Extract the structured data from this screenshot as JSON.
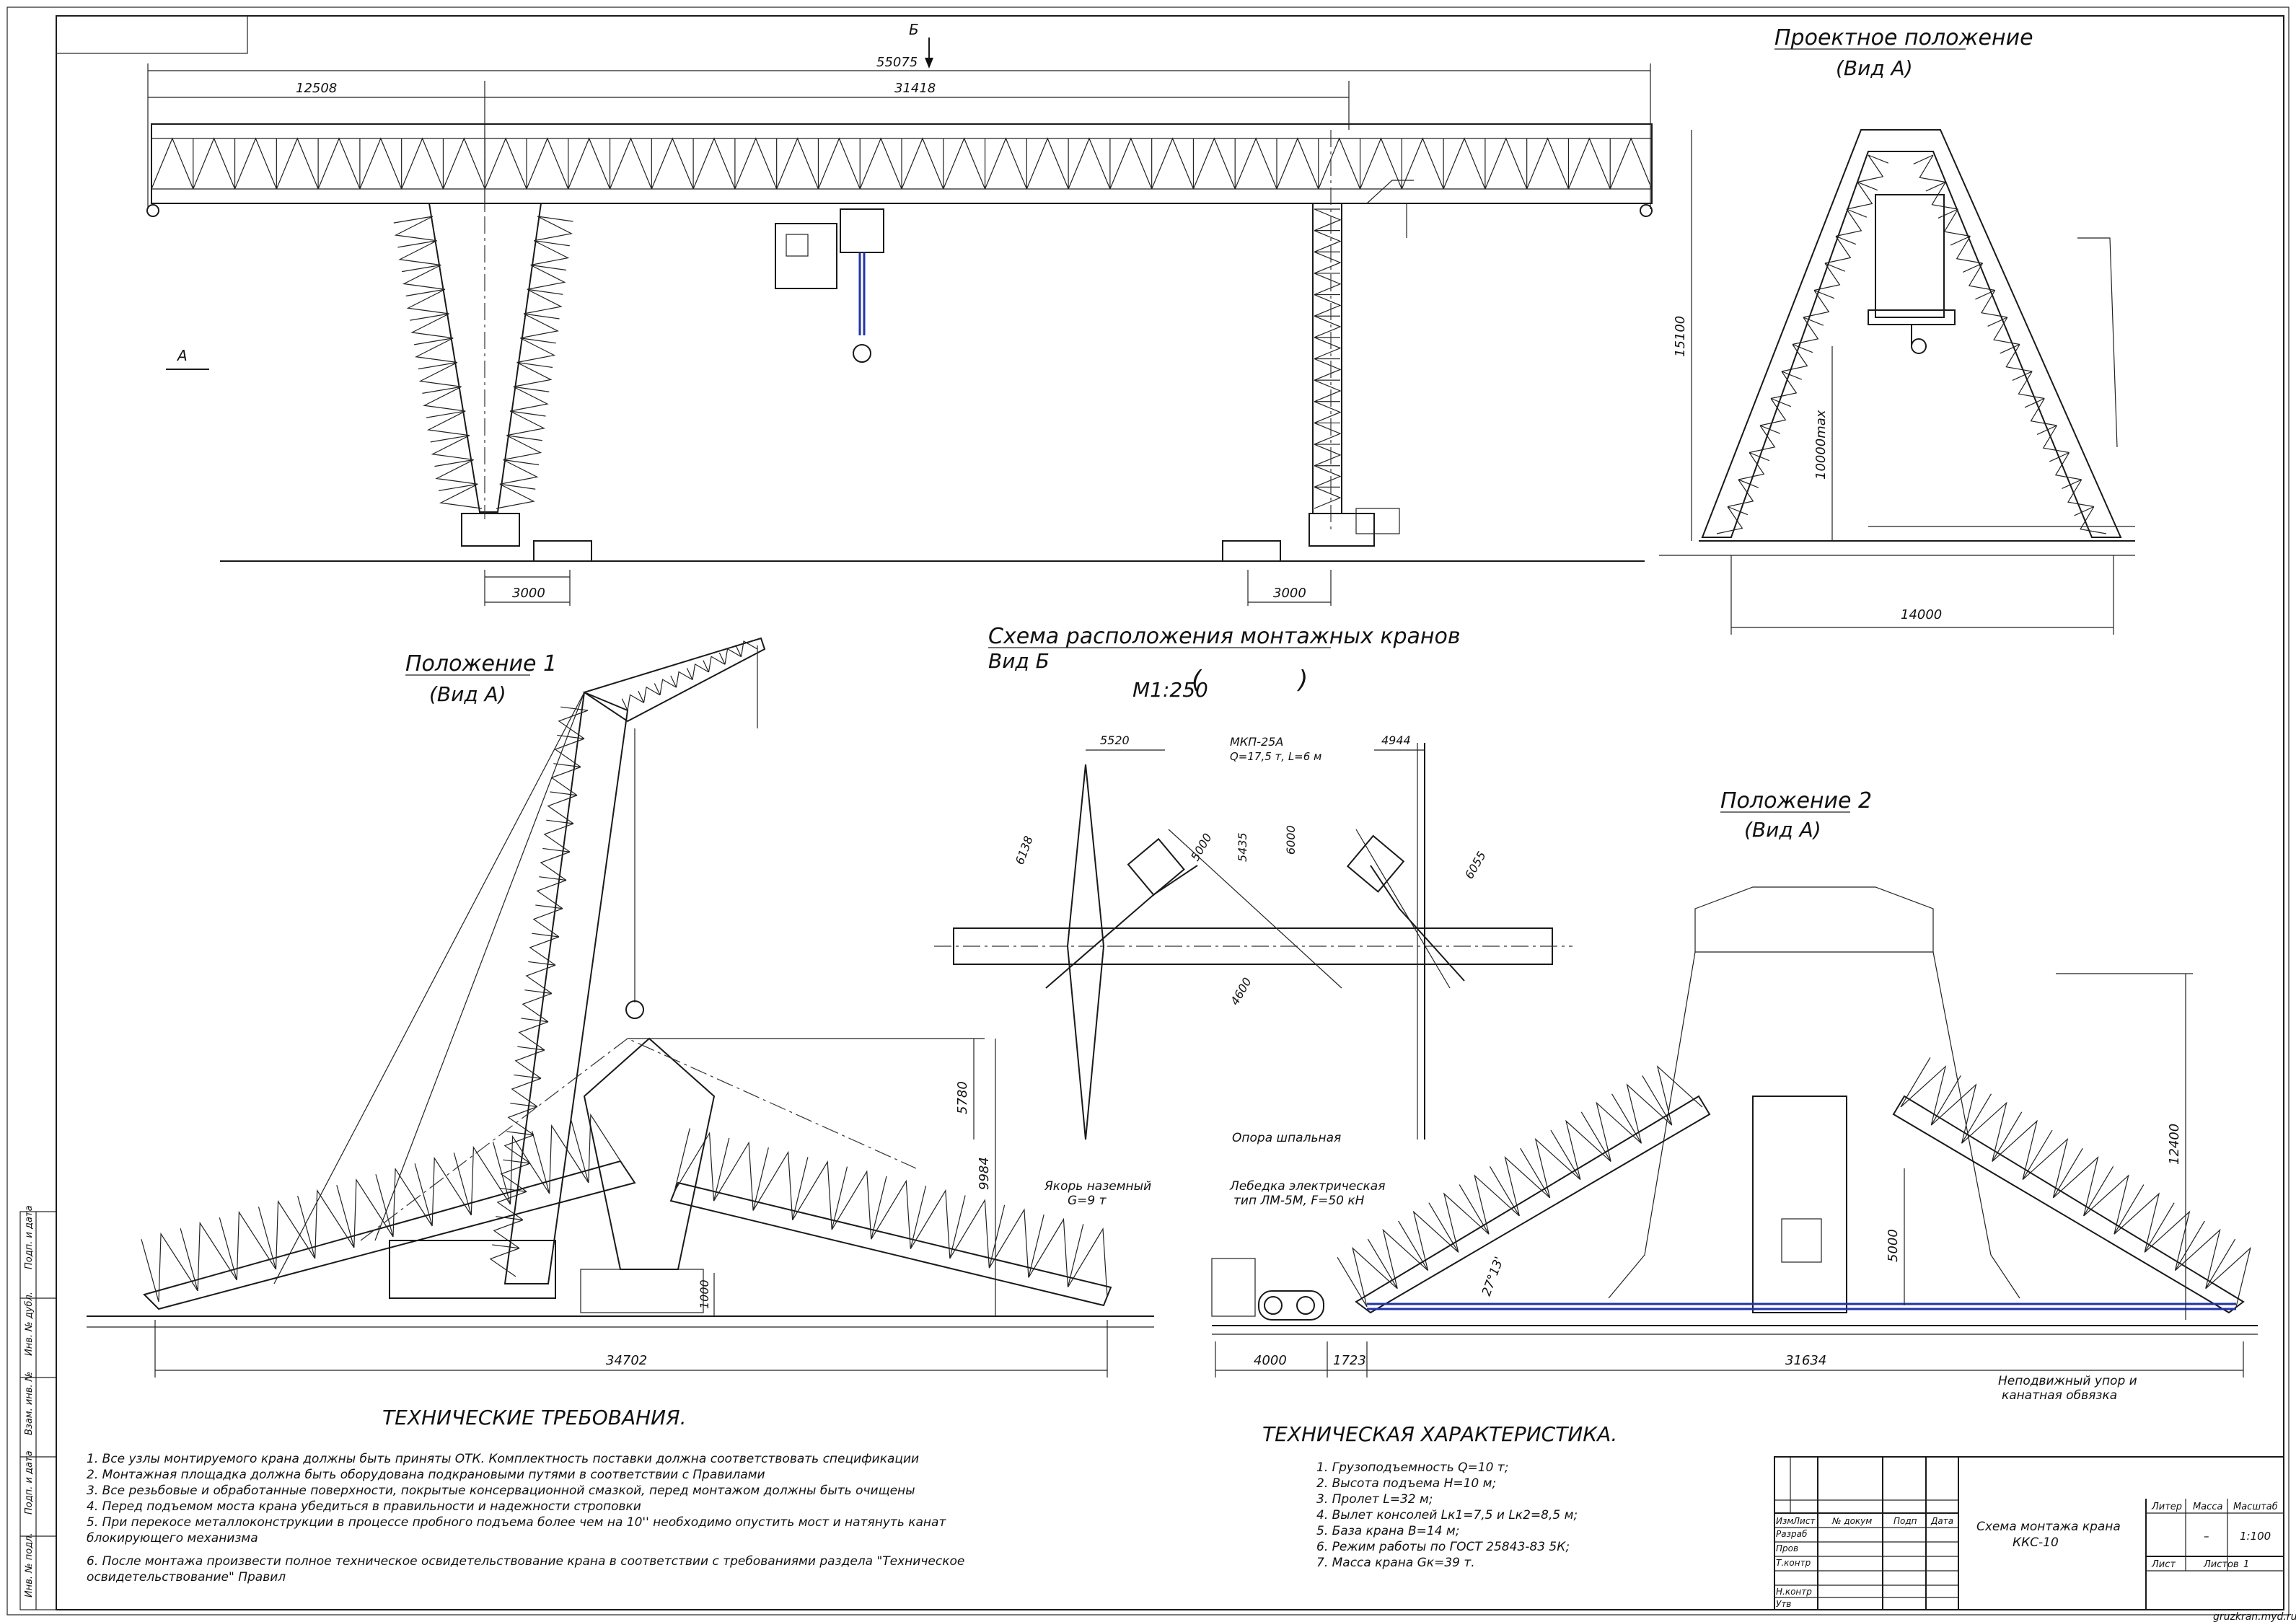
{
  "title_view_b": "Б",
  "view_a_arrow": "А",
  "main_view": {
    "dim_total": "55075",
    "dim_left": "12508",
    "dim_right": "31418",
    "dim_base_left": "3000",
    "dim_base_right": "3000"
  },
  "design_position": {
    "title": "Проектное положение",
    "subtitle": "(Вид А)",
    "dim_height": "15100",
    "dim_hook": "10000max",
    "dim_width": "14000"
  },
  "position1": {
    "title": "Положение 1",
    "subtitle": "(Вид А)",
    "dim_width": "34702",
    "dim_h1": "5780",
    "dim_h2": "9984",
    "dim_h3": "1000"
  },
  "scheme": {
    "title": "Схема расположения монтажных кранов",
    "subtitle": "Вид Б",
    "scale": "М1:250",
    "crane_name": "МКП-25А",
    "crane_params": "Q=17,5 т, L=6 м",
    "dims": [
      "5520",
      "4944",
      "6138",
      "5000",
      "5435",
      "6000",
      "6055",
      "4600"
    ],
    "label_anchor": "Якорь наземный",
    "label_anchor_q": "G=9 т",
    "label_winch": "Лебедка электрическая",
    "label_winch_type": "тип ЛМ-5М, F=50 кН",
    "label_support": "Опора шпальная"
  },
  "position2": {
    "title": "Положение 2",
    "subtitle": "(Вид А)",
    "dim_left1": "4000",
    "dim_left2": "1723",
    "dim_span": "31634",
    "dim_h1": "12400",
    "dim_h2": "5000",
    "angle": "27°13'",
    "note1": "Неподвижный упор и",
    "note2": "канатная обвязка"
  },
  "tech_requirements": {
    "heading": "ТЕХНИЧЕСКИЕ ТРЕБОВАНИЯ.",
    "lines": [
      "1. Все узлы монтируемого крана должны быть приняты ОТК. Комплектность поставки должна соответствовать спецификации",
      "2. Монтажная площадка должна быть оборудована подкрановыми путями в соответствии с Правилами",
      "3. Все резьбовые и обработанные поверхности, покрытые консервационной смазкой, перед монтажом должны быть очищены",
      "4. Перед подъемом моста крана убедиться в правильности и надежности строповки",
      "5. При перекосе металлоконструкции в процессе пробного подъема более чем на 10'' необходимо опустить мост и натянуть канат",
      "блокирующего механизма",
      "6. После монтажа произвести полное техническое освидетельствование крана в соответствии с требованиями раздела \"Техническое",
      "освидетельствование\" Правил"
    ]
  },
  "tech_characteristics": {
    "heading": "ТЕХНИЧЕСКАЯ ХАРАКТЕРИСТИКА.",
    "lines": [
      "1. Грузоподъемность Q=10 т;",
      "2. Высота подъема Н=10 м;",
      "3. Пролет L=32 м;",
      "4. Вылет консолей Lк1=7,5 и Lк2=8,5 м;",
      "5. База крана В=14 м;",
      "6. Режим работы по ГОСТ 25843-83 5К;",
      "7. Масса крана Gк=39 т."
    ]
  },
  "title_block": {
    "doc_name_1": "Схема монтажа крана",
    "doc_name_2": "ККС-10",
    "col_izm": "Изм",
    "col_list": "Лист",
    "col_doc": "№ докум",
    "col_sign": "Подп",
    "col_date": "Дата",
    "row_razrab": "Разраб",
    "row_prov": "Пров",
    "row_tkontr": "Т.контр",
    "row_nkontr": "Н.контр",
    "row_utv": "Утв",
    "lit": "Литер",
    "mass": "Масса",
    "scale": "Масштаб",
    "mass_val": "–",
    "scale_val": "1:100",
    "sheet": "Лист",
    "sheets": "Листов",
    "sheets_val": "1"
  },
  "side_stamps": [
    "Подп. и дата",
    "Инв. № дубл.",
    "Взам. инв. №",
    "Подп. и дата",
    "Инв. № подл."
  ],
  "watermark": "gruzkran.myd.ru"
}
